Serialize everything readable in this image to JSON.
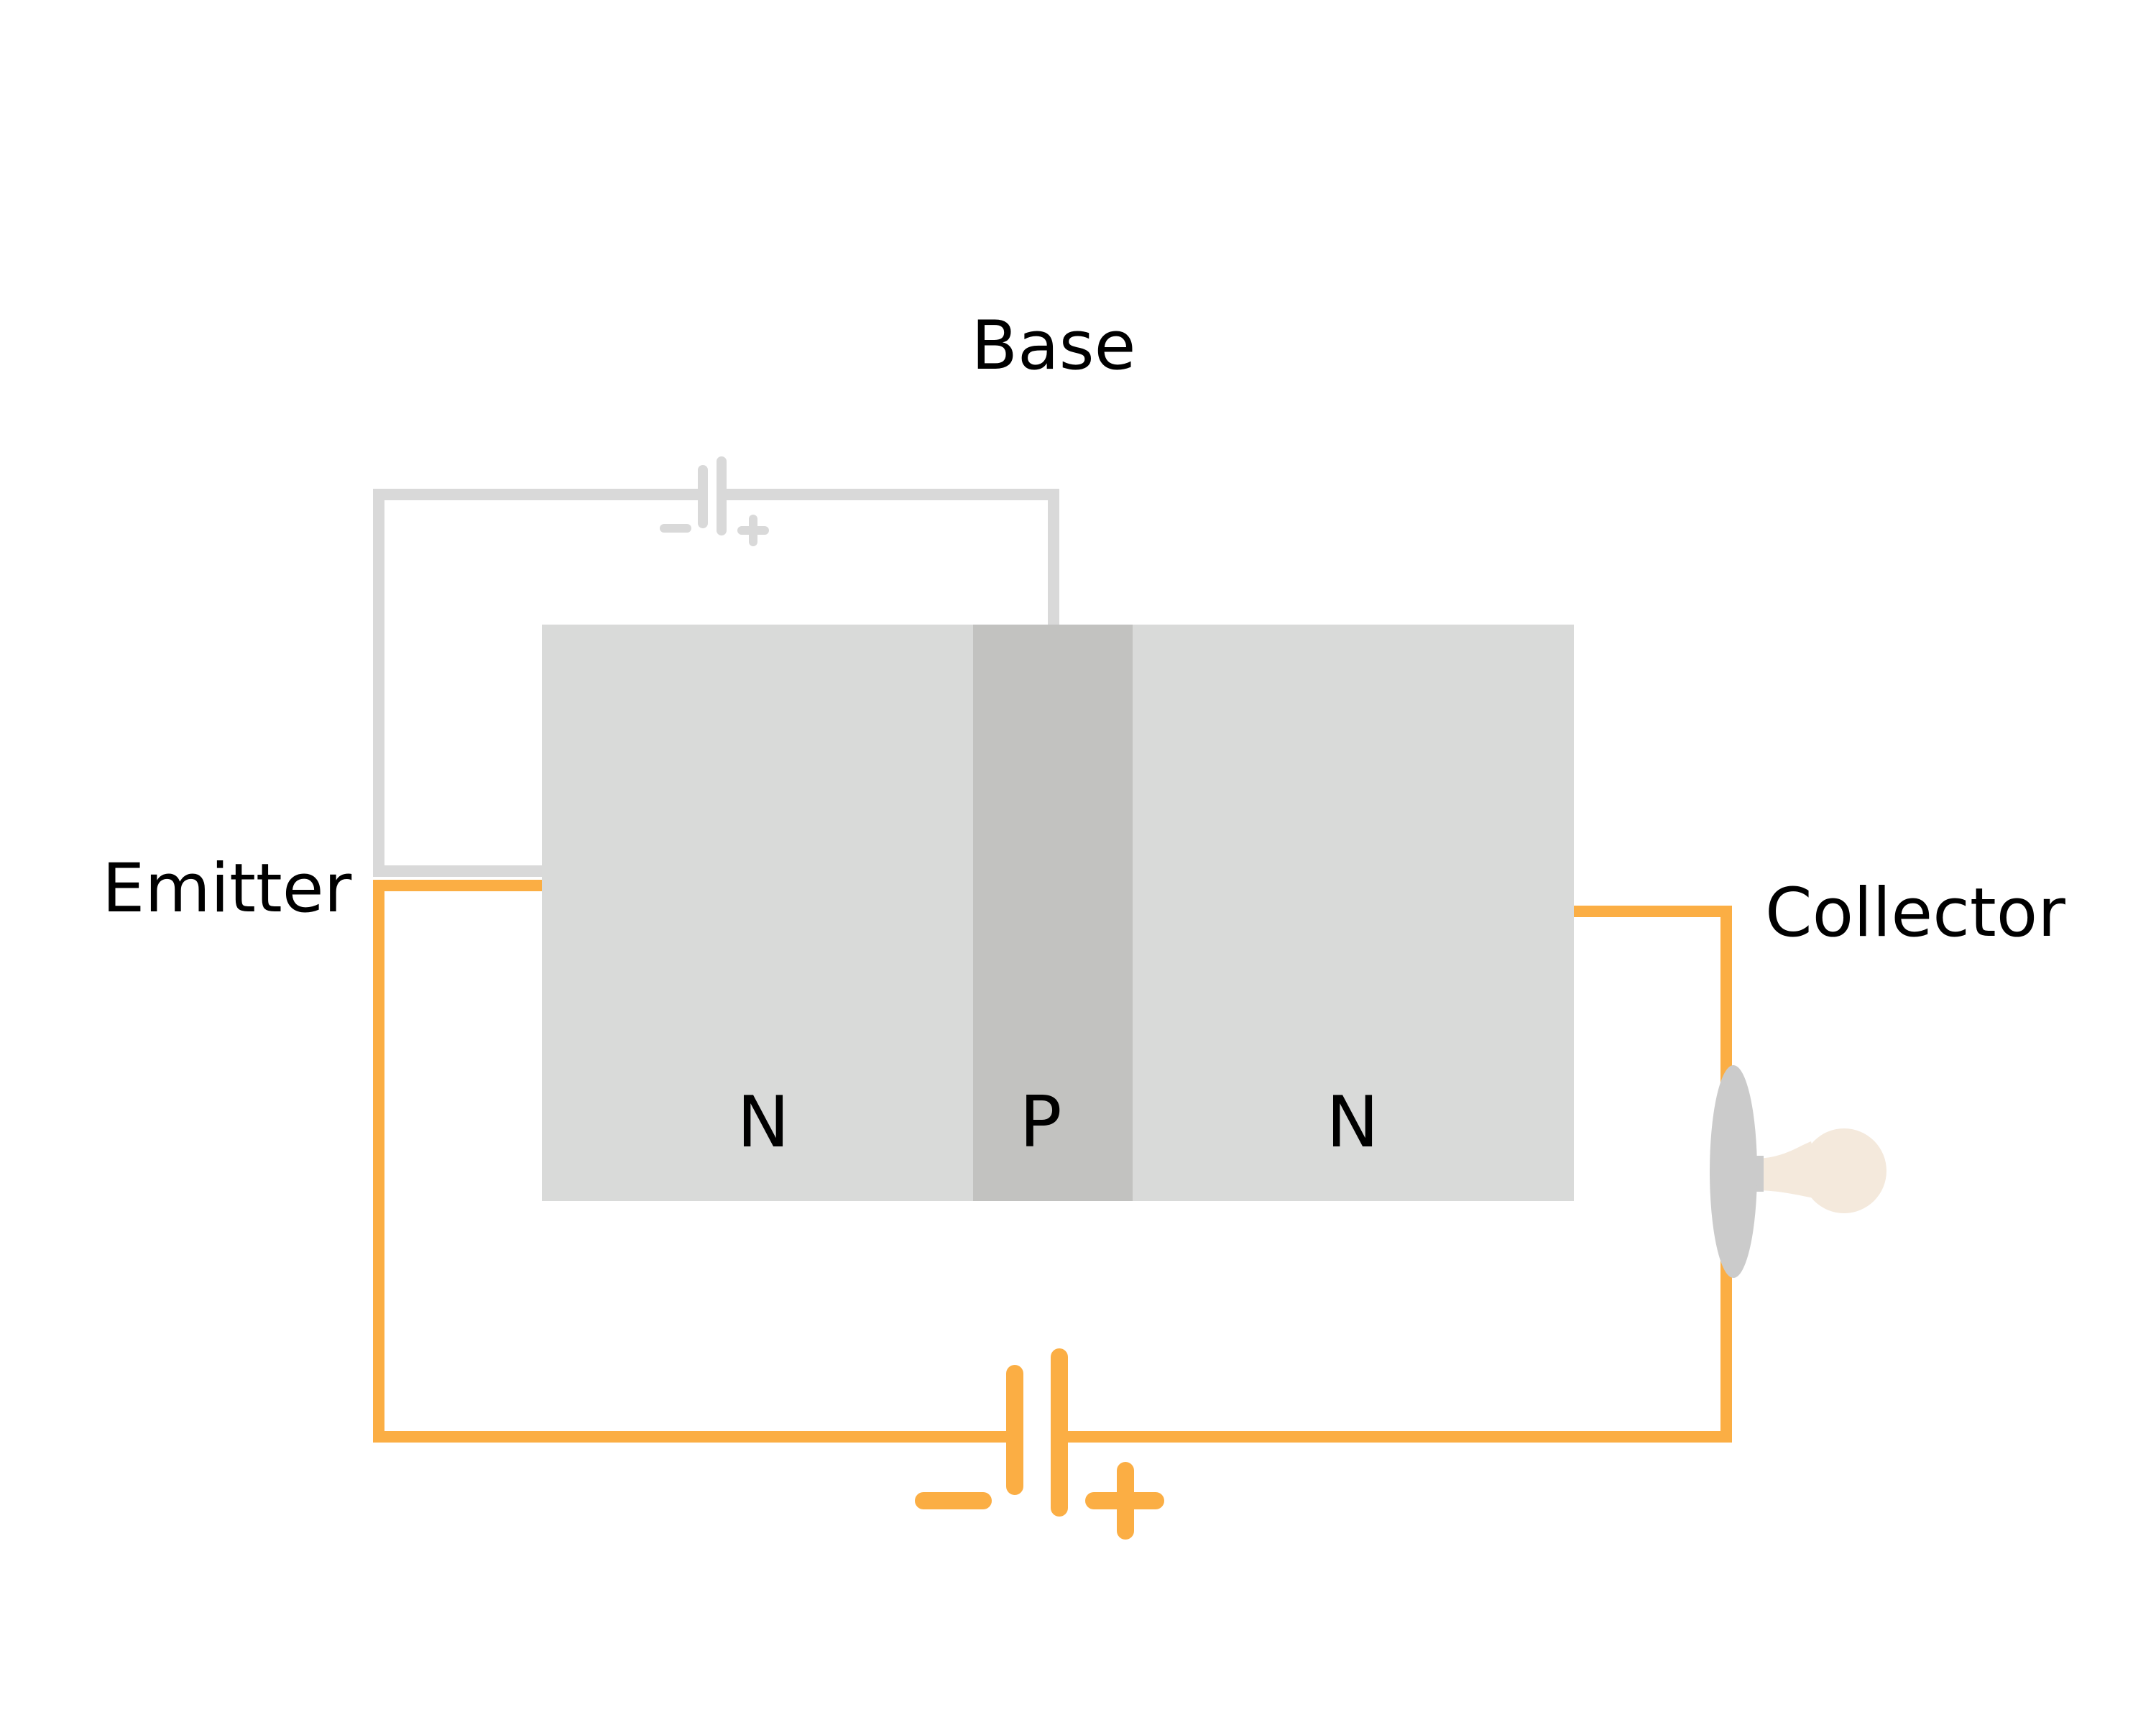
{
  "labels": {
    "base": "Base",
    "emitter": "Emitter",
    "collector": "Collector"
  },
  "regions": [
    {
      "letter": "N",
      "color": "#d9dad9"
    },
    {
      "letter": "P",
      "color": "#c2c2c0"
    },
    {
      "letter": "N",
      "color": "#d9dad9"
    }
  ],
  "base_circuit": {
    "battery": {
      "negative": "−",
      "positive": "+"
    },
    "color": "#d9d9d9"
  },
  "collector_circuit": {
    "battery": {
      "negative": "−",
      "positive": "+"
    },
    "color": "#fbae44"
  },
  "lamp": {
    "socket_color": "#cbcbcb",
    "bulb_color": "#f4e9dc"
  }
}
